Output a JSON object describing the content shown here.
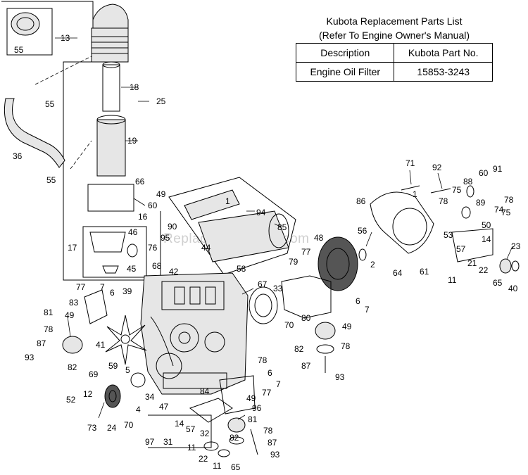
{
  "parts_list": {
    "title_line1": "Kubota Replacement Parts List",
    "title_line2": "(Refer To Engine Owner's Manual)",
    "headers": [
      "Description",
      "Kubota Part No."
    ],
    "rows": [
      [
        "Engine Oil Filter",
        "15853-3243"
      ]
    ]
  },
  "watermark": "ReplacementParts.com",
  "callouts": [
    "55",
    "13",
    "18",
    "25",
    "55",
    "36",
    "55",
    "19",
    "66",
    "49",
    "60",
    "16",
    "17",
    "46",
    "45",
    "1",
    "94",
    "85",
    "44",
    "58",
    "67",
    "33",
    "48",
    "56",
    "2",
    "77",
    "79",
    "90",
    "95",
    "76",
    "68",
    "42",
    "39",
    "77",
    "7",
    "6",
    "83",
    "81",
    "49",
    "78",
    "87",
    "93",
    "82",
    "41",
    "59",
    "69",
    "5",
    "34",
    "52",
    "12",
    "73",
    "24",
    "4",
    "70",
    "47",
    "78",
    "6",
    "84",
    "7",
    "77",
    "49",
    "96",
    "81",
    "78",
    "82",
    "87",
    "93",
    "97",
    "14",
    "31",
    "57",
    "32",
    "11",
    "22",
    "11",
    "65",
    "6",
    "7",
    "49",
    "80",
    "78",
    "82",
    "87",
    "93",
    "70",
    "71",
    "92",
    "1",
    "86",
    "75",
    "88",
    "60",
    "91",
    "78",
    "89",
    "78",
    "74",
    "75",
    "50",
    "64",
    "61",
    "53",
    "14",
    "57",
    "21",
    "22",
    "23",
    "11",
    "65",
    "40"
  ]
}
